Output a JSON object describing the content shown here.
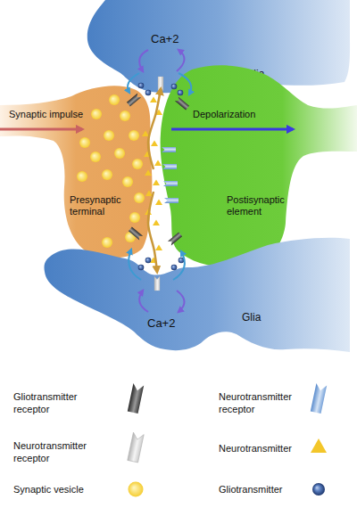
{
  "diagram": {
    "nodes": [
      {
        "text": [
          "Ca+2",
          "Glia"
        ]
      },
      {
        "text": [
          "Synaptic impulse",
          "Presynaptic terminal"
        ]
      },
      {
        "text": [
          "Depolarization",
          "Postisynaptic element"
        ]
      },
      {
        "text": [
          "Glia",
          "Ca+2"
        ]
      }
    ],
    "edges": [
      {
        "from": 1,
        "to": 0,
        "arrow": "to"
      },
      {
        "from": 1,
        "to": 3,
        "arrow": "to"
      }
    ],
    "legend": [
      {
        "text": "Gliotransmitter receptor"
      },
      {
        "text": "Neurotransmitter receptor"
      },
      {
        "text": "Neurotransmitter receptor"
      },
      {
        "text": "Neurotransmitter"
      },
      {
        "text": "Synaptic vesicle"
      },
      {
        "text": "Gliotransmitter"
      }
    ]
  }
}
